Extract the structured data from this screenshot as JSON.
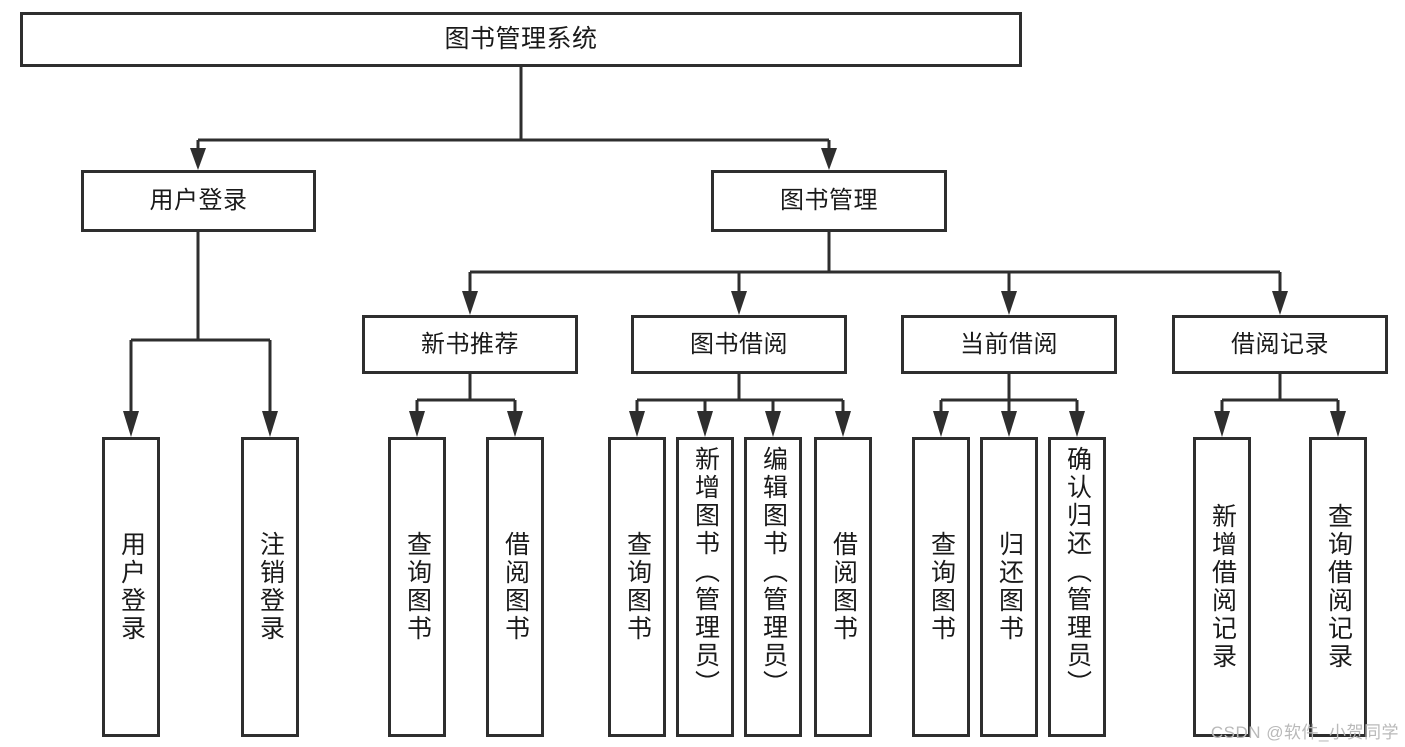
{
  "diagram": {
    "title": "图书管理系统",
    "watermark": "CSDN @软件_小贺同学",
    "colors": {
      "stroke": "#2e2e2e",
      "fill": "#ffffff",
      "text": "#1a1a1a",
      "watermark": "#b9b9b9"
    },
    "root": {
      "label": "图书管理系统"
    },
    "level1": [
      {
        "label": "用户登录"
      },
      {
        "label": "图书管理"
      }
    ],
    "level2": [
      {
        "label": "新书推荐"
      },
      {
        "label": "图书借阅"
      },
      {
        "label": "当前借阅"
      },
      {
        "label": "借阅记录"
      }
    ],
    "leaves": [
      {
        "label": "用户登录"
      },
      {
        "label": "注销登录"
      },
      {
        "label": "查询图书"
      },
      {
        "label": "借阅图书"
      },
      {
        "label": "查询图书"
      },
      {
        "label": "新增图书（管理员）"
      },
      {
        "label": "编辑图书（管理员）"
      },
      {
        "label": "借阅图书"
      },
      {
        "label": "查询图书"
      },
      {
        "label": "归还图书"
      },
      {
        "label": "确认归还（管理员）"
      },
      {
        "label": "新增借阅记录"
      },
      {
        "label": "查询借阅记录"
      }
    ]
  }
}
